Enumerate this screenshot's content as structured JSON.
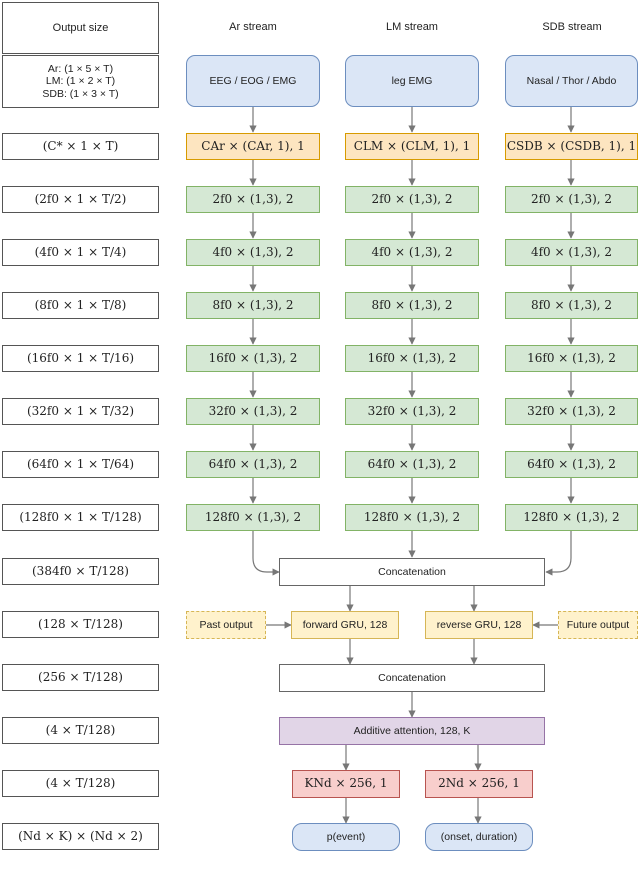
{
  "headers": {
    "output_size": "Output size",
    "ar_stream": "Ar stream",
    "lm_stream": "LM stream",
    "sdb_stream": "SDB stream"
  },
  "input_sizes": [
    "Ar: (1 × 5 × T)",
    "LM: (1 × 2 × T)",
    "SDB: (1 × 3 × T)"
  ],
  "output_sizes": [
    "(C* × 1 × T)",
    "(2f0 × 1 × T/2)",
    "(4f0 × 1 × T/4)",
    "(8f0 × 1 × T/8)",
    "(16f0 × 1 × T/16)",
    "(32f0 × 1 × T/32)",
    "(64f0 × 1 × T/64)",
    "(128f0 × 1 × T/128)",
    "(384f0 × T/128)",
    "(128 × T/128)",
    "(256 × T/128)",
    "(4 × T/128)",
    "(4 × T/128)",
    "(Nd × K) × (Nd × 2)"
  ],
  "inputs": {
    "ar": "EEG / EOG / EMG",
    "lm": "leg EMG",
    "sdb": "Nasal / Thor / Abdo"
  },
  "first_conv": {
    "ar": "CAr × (CAr, 1), 1",
    "lm": "CLM × (CLM, 1), 1",
    "sdb": "CSDB × (CSDB, 1), 1"
  },
  "conv_layers": [
    "2f0 × (1,3), 2",
    "4f0 × (1,3), 2",
    "8f0 × (1,3), 2",
    "16f0 × (1,3), 2",
    "32f0 × (1,3), 2",
    "64f0 × (1,3), 2",
    "128f0 × (1,3), 2"
  ],
  "concat1": "Concatenation",
  "past_output": "Past output",
  "forward_gru": "forward GRU, 128",
  "reverse_gru": "reverse GRU, 128",
  "future_output": "Future output",
  "concat2": "Concatenation",
  "attention": "Additive attention, 128, K",
  "class_head": "KNd × 256, 1",
  "loc_head": "2Nd × 256, 1",
  "event_out": "p(event)",
  "onset_out": "(onset, duration)"
}
